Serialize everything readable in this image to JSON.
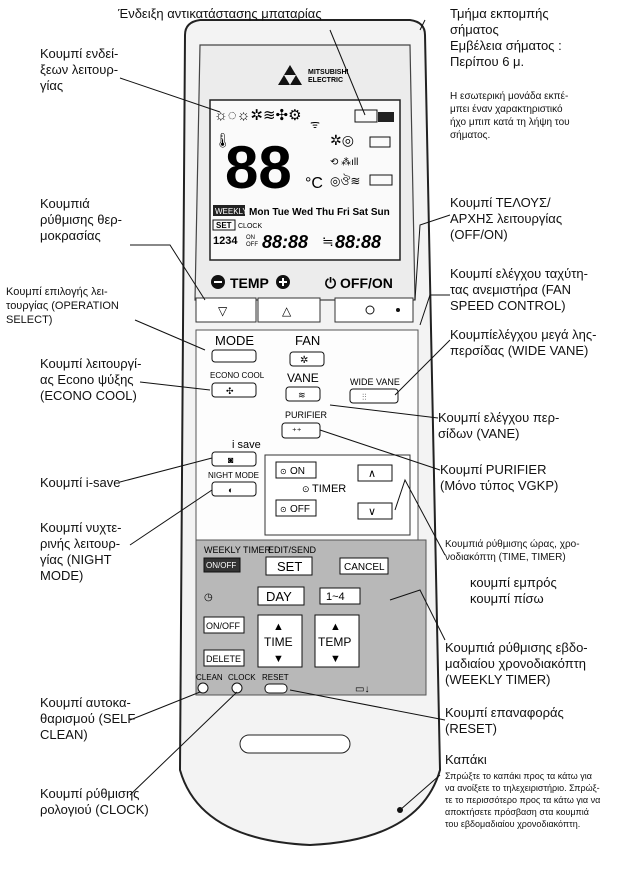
{
  "labels": {
    "battery": "Ένδειξη αντικατάστασης μπαταρίας",
    "display_btn": "Κουμπί ενδεί-\nξεων λειτουρ-\nγίας",
    "signal_title": "Τμήμα εκπομπής\nσήματος\nΕμβέλεια σήματος :\nΠερίπου 6 μ.",
    "signal_desc": "Η εσωτερική μονάδα εκπέ-\nμπει έναν χαρακτηριστικό\nήχο μπιπ κατά τη λήψη του\nσήματος.",
    "temp_btn": "Κουμπιά\nρύθμισης θερ-\nμοκρασίας",
    "onoff_btn": "Κουμπί ΤΕΛΟΥΣ/\nΑΡΧΗΣ λειτουργίας\n(OFF/ON)",
    "fan_btn": "Κουμπί ελέγχου ταχύτη-\nτας ανεμιστήρα (FAN\nSPEED CONTROL)",
    "opsel_btn": "Κουμπί επιλογής λει-\nτουργίας (OPERATION\nSELECT)",
    "widevane_btn": "Κουμπίελέγχου μεγά λης-\nπερσίδας (WIDE VANE)",
    "econo_btn": "Κουμπί λειτουργί-\nας Econo ψύξης\n(ECONO COOL)",
    "vane_btn": "Κουμπί ελέγχου περ-\nσίδων (VANE)",
    "isave_btn": "Κουμπί i-save",
    "purifier_btn": "Κουμπί PURIFIER\n(Μόνο τύπος VGKP)",
    "night_btn": "Κουμπί νυχτε-\nρινής λειτουρ-\nγίας (NIGHT\nMODE)",
    "timer_btn": "Κουμπιά ρύθμισης ώρας, χρο-\nνοδιακόπτη (TIME, TIMER)",
    "forward_back": "κουμπί εμπρός\nκουμπί πίσω",
    "weekly_btn": "Κουμπιά ρύθμισης εβδο-\nμαδιαίου χρονοδιακόπτη\n(WEEKLY TIMER)",
    "clean_btn": "Κουμπί αυτοκα-\nθαρισμού (SELF\nCLEAN)",
    "reset_btn": "Κουμπί επαναφοράς\n(RESET)",
    "lid_title": "Καπάκι",
    "lid_desc": "Σπρώξτε το καπάκι προς τα κάτω για\nνα ανοίξετε το τηλεχειριστήριο. Σπρώξ-\nτε το περισσότερο προς τα κάτω για να\nαποκτήσετε πρόσβαση στα κουμπιά\nτου εβδομαδιαίου χρονοδιακόπτη.",
    "clock_btn": "Κουμπί ρύθμισης\nρολογιού (CLOCK)"
  },
  "remote": {
    "brand": "MITSUBISHI\nELECTRIC",
    "temp_value": "88",
    "temp_unit": "°C",
    "weekly_tag": "WEEKLY",
    "days": "Mon Tue Wed Thu Fri Sat Sun",
    "set_tag": "SET",
    "clock_tag": "CLOCK",
    "on_tag": "ON",
    "off_tag": "OFF",
    "program_nums": "1234",
    "time_display": "88:88",
    "time_display2": "88:88",
    "temp_label": "TEMP",
    "offon_label": "OFF/ON",
    "mode": "MODE",
    "econo_cool": "ECONO COOL",
    "fan": "FAN",
    "vane": "VANE",
    "wide_vane": "WIDE VANE",
    "purifier": "PURIFIER",
    "i_save": "i save",
    "night_mode": "NIGHT MODE",
    "timer_on": "ON",
    "timer_off": "OFF",
    "timer": "TIMER",
    "weekly_timer": "WEEKLY TIMER",
    "onoff_small": "ON/OFF",
    "edit_send": "EDIT/SEND",
    "set": "SET",
    "cancel": "CANCEL",
    "day": "DAY",
    "range": "1~4",
    "on_off2": "ON/OFF",
    "delete": "DELETE",
    "time": "TIME",
    "temp2": "TEMP",
    "clean": "CLEAN",
    "clock": "CLOCK",
    "reset": "RESET"
  }
}
